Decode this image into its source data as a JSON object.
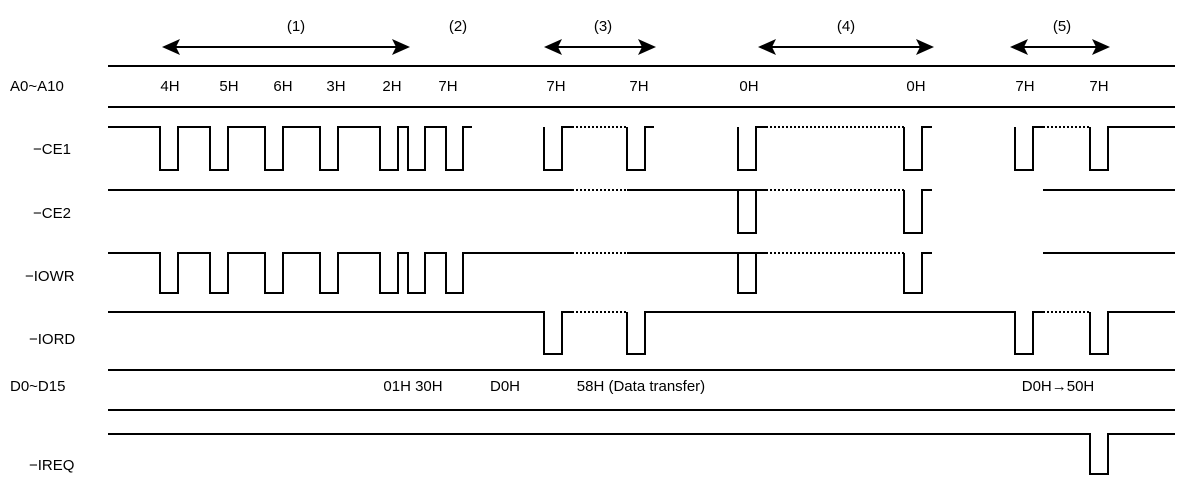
{
  "phases": [
    "(1)",
    "(2)",
    "(3)",
    "(4)",
    "(5)"
  ],
  "signals": {
    "addr": "A0~A10",
    "ce1": "−CE1",
    "ce2": "−CE2",
    "iowr": "−IOWR",
    "iord": "−IORD",
    "data": "D0~D15",
    "ireq": "−IREQ"
  },
  "addresses": [
    "4H",
    "5H",
    "6H",
    "3H",
    "2H",
    "7H",
    "7H",
    "7H",
    "0H",
    "0H",
    "7H",
    "7H"
  ],
  "data_values": [
    "01H 30H",
    "D0H",
    "58H (Data transfer)",
    "D0H→50H"
  ]
}
